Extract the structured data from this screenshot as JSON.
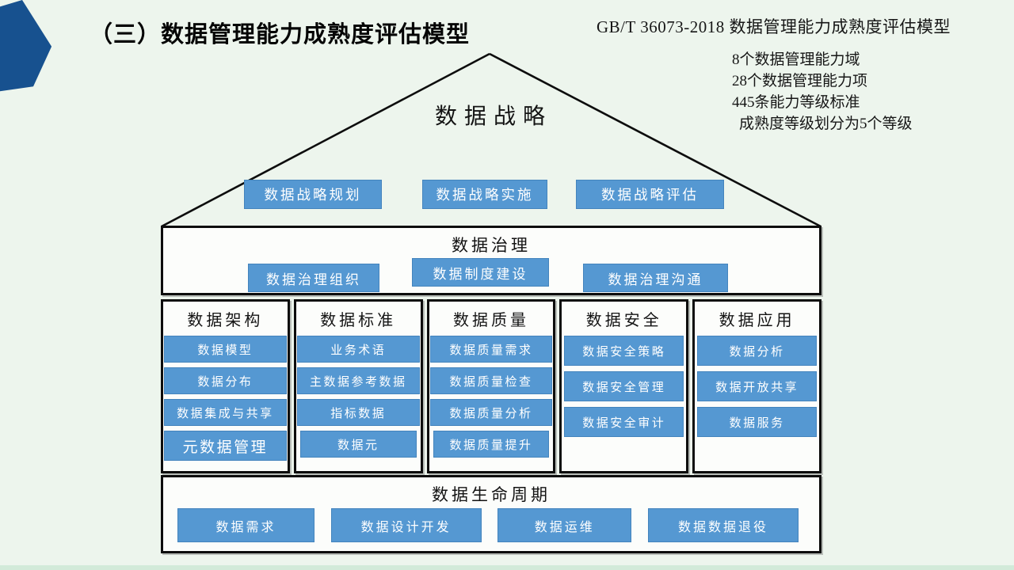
{
  "slide": {
    "heading": "（三）数据管理能力成熟度评估模型",
    "standard": "GB/T 36073-2018 数据管理能力成熟度评估模型",
    "facts": [
      "8个数据管理能力域",
      "28个数据管理能力项",
      "445条能力等级标准",
      "成熟度等级划分为5个等级"
    ]
  },
  "model": {
    "strategy": {
      "title": "数据战略",
      "items": [
        "数据战略规划",
        "数据战略实施",
        "数据战略评估"
      ]
    },
    "governance": {
      "title": "数据治理",
      "items": [
        "数据治理组织",
        "数据制度建设",
        "数据治理沟通"
      ]
    },
    "domains": [
      {
        "title": "数据架构",
        "items": [
          "数据模型",
          "数据分布",
          "数据集成与共享",
          "元数据管理"
        ]
      },
      {
        "title": "数据标准",
        "items": [
          "业务术语",
          "主数据参考数据",
          "指标数据",
          "数据元"
        ]
      },
      {
        "title": "数据质量",
        "items": [
          "数据质量需求",
          "数据质量检查",
          "数据质量分析",
          "数据质量提升"
        ]
      },
      {
        "title": "数据安全",
        "items": [
          "数据安全策略",
          "数据安全管理",
          "数据安全审计"
        ]
      },
      {
        "title": "数据应用",
        "items": [
          "数据分析",
          "数据开放共享",
          "数据服务"
        ]
      }
    ],
    "lifecycle": {
      "title": "数据生命周期",
      "items": [
        "数据需求",
        "数据设计开发",
        "数据运维",
        "数据数据退役"
      ]
    }
  },
  "colors": {
    "accent_blue": "#5598D2",
    "dark_blue": "#17518F",
    "outline": "#0D0D0D",
    "background": "#EDF5ED"
  }
}
